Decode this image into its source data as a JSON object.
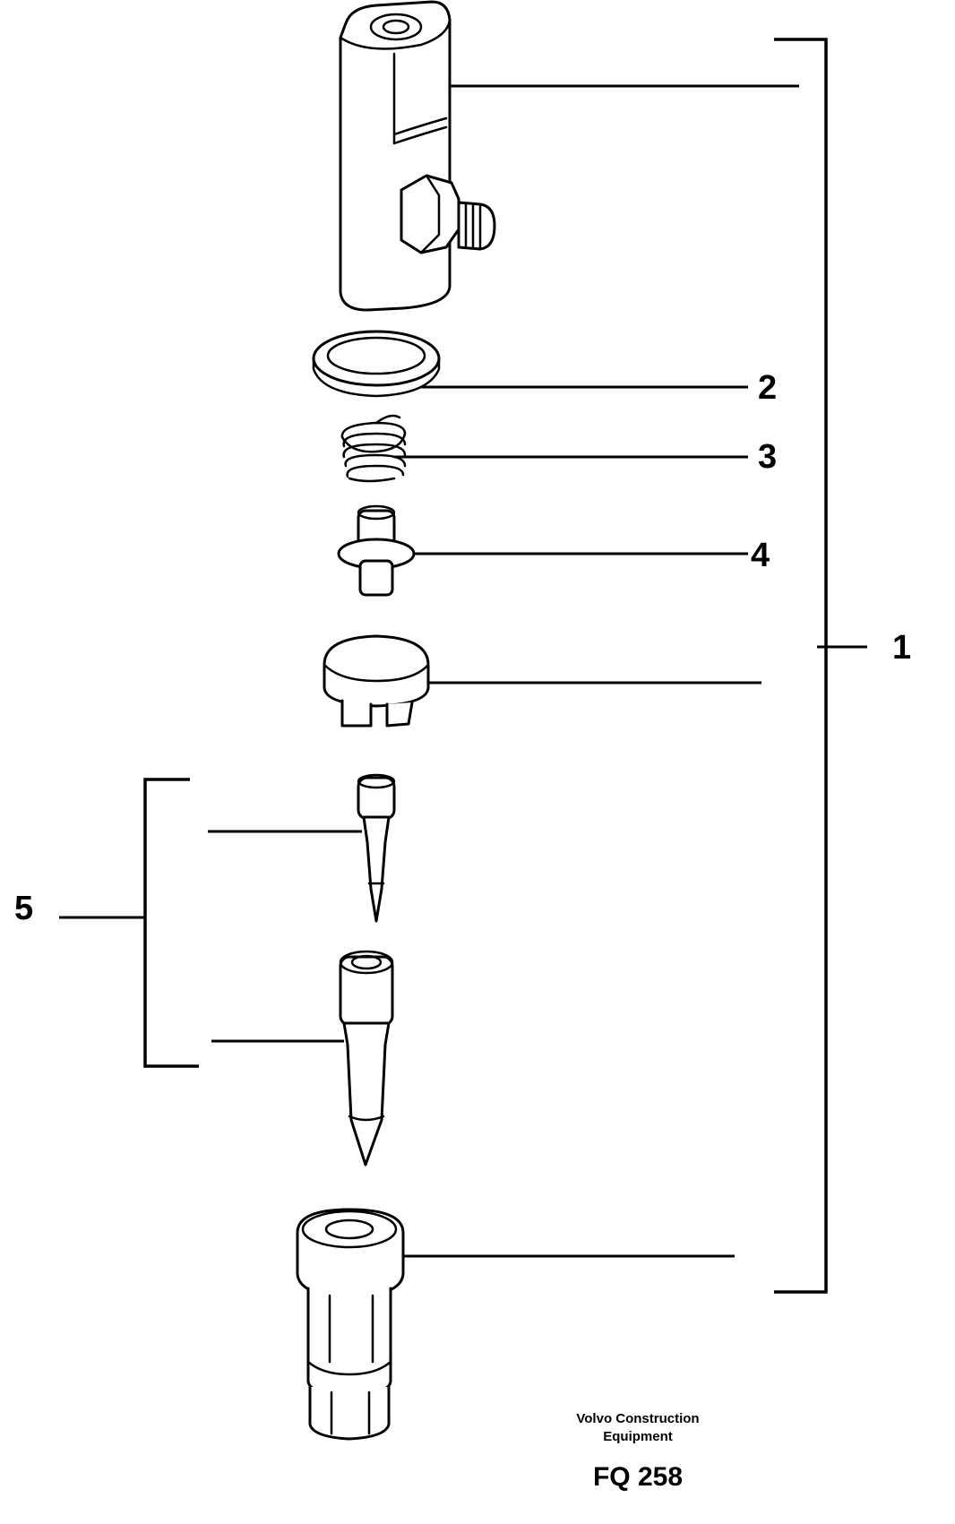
{
  "diagram": {
    "callouts": [
      "1",
      "2",
      "3",
      "4",
      "5"
    ],
    "credit_line_1": "Volvo Construction",
    "credit_line_2": "Equipment",
    "figure_code": "FQ 258"
  }
}
